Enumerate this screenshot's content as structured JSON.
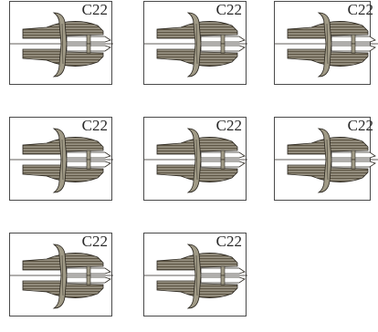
{
  "sheet": {
    "tiles": [
      {
        "label": "C22"
      },
      {
        "label": "C22"
      },
      {
        "label": "C22"
      },
      {
        "label": "C22"
      },
      {
        "label": "C22"
      },
      {
        "label": "C22"
      },
      {
        "label": "C22"
      },
      {
        "label": "C22"
      }
    ]
  },
  "colors": {
    "border": "#4a4a4a",
    "body_dark": "#5e5645",
    "body_light": "#a09a86",
    "stripe": "#cfcbbd",
    "outline": "#2b2720"
  }
}
